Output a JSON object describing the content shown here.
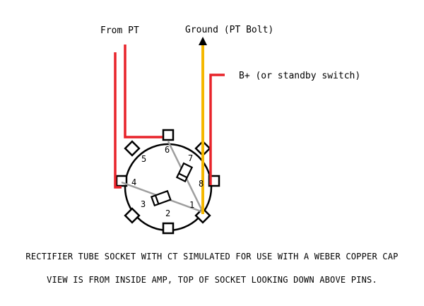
{
  "labels": {
    "from_pt": "From PT",
    "ground": "Ground (PT Bolt)",
    "b_plus": "B+ (or standby switch)"
  },
  "pins": [
    "1",
    "2",
    "3",
    "4",
    "5",
    "6",
    "7",
    "8"
  ],
  "caption": {
    "line1": "RECTIFIER TUBE SOCKET WITH CT SIMULATED FOR USE WITH A WEBER COPPER CAP",
    "line2": "VIEW IS FROM INSIDE AMP, TOP OF SOCKET LOOKING DOWN ABOVE PINS."
  },
  "colors": {
    "red_wire": "#e8232a",
    "yellow_wire": "#f5b800",
    "gray_jumper": "#9e9e9e",
    "outline": "#000000"
  }
}
